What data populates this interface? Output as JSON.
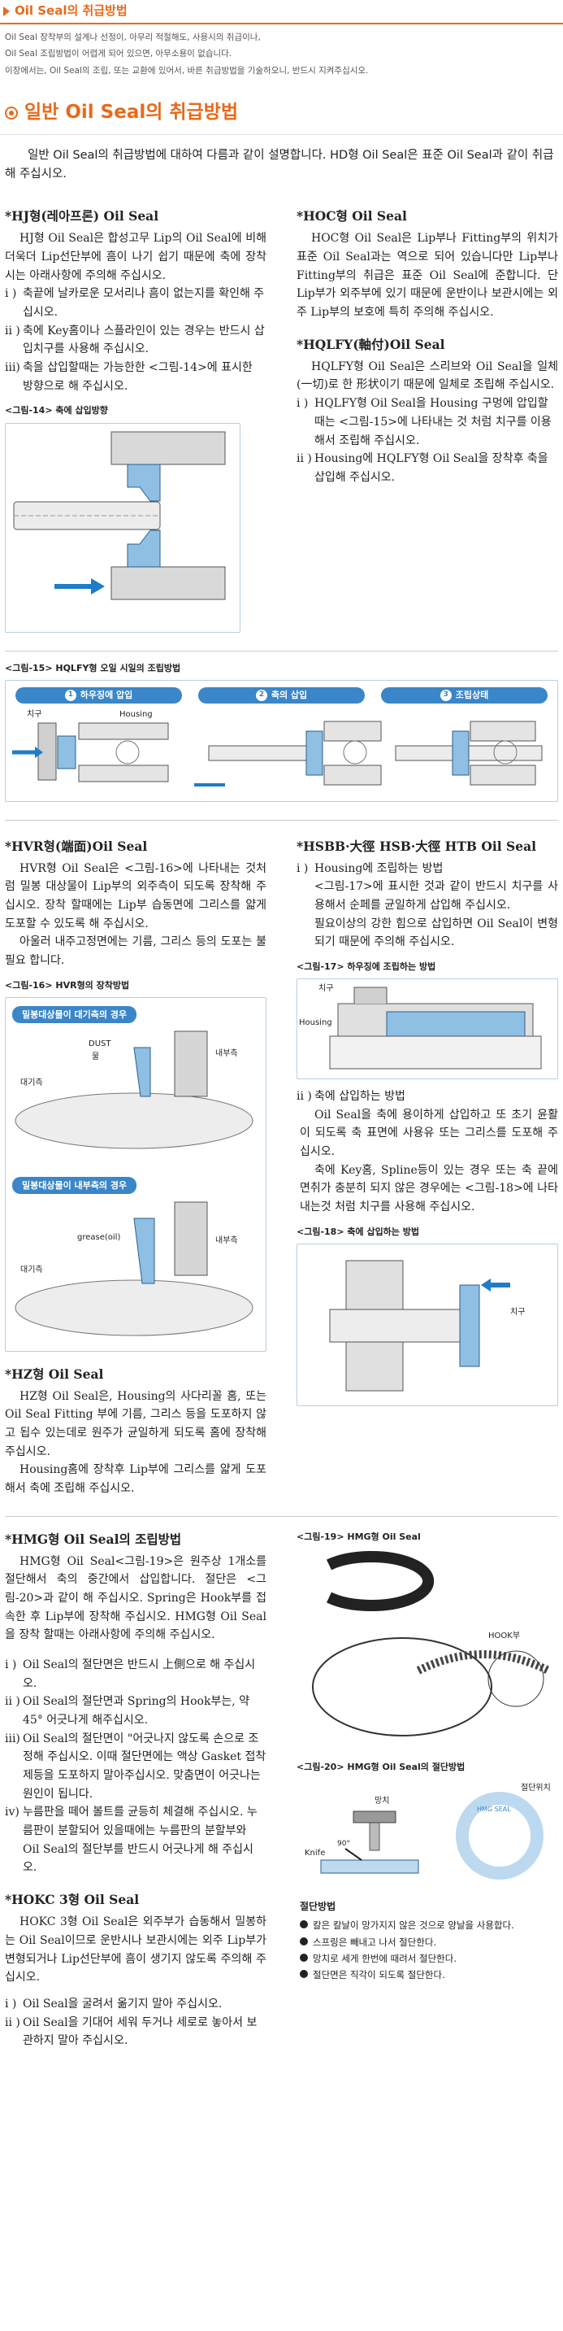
{
  "header": {
    "title": "Oil Seal의 취급방법",
    "lines": [
      "Oil Seal 장착부의 설계나 선정이, 아무리 적절해도, 사용시의 취급이나,",
      "Oil Seal 조립방법이 어렵게 되어 있으면, 아무소용이 없습니다.",
      "이장에서는, Oil Seal의 조립, 또는 교환에 있어서, 바른 취급방법을 기술하오니, 반드시 지켜주십시오."
    ]
  },
  "main": {
    "title": "일반 Oil Seal의 취급방법",
    "intro": "일반 Oil Seal의 취급방법에 대하여 다름과 같이 설명합니다. HD형 Oil Seal은 표준 Oil Seal과 같이 취급해 주십시오."
  },
  "sections": {
    "hj": {
      "title": "*HJ형(레아프론) Oil Seal",
      "body": "HJ형 Oil Seal은 합성고무 Lip의 Oil Seal에 비해 더욱더 Lip선단부에 흠이 나기 쉽기 때문에 축에 장착시는 아래사항에 주의해 주십시오.",
      "items": [
        {
          "n": "i )",
          "t": "축끝에 날카로운 모서리나 흠이 없는지를 확인해 주십시오."
        },
        {
          "n": "ii )",
          "t": "축에 Key홈이나 스플라인이 있는 경우는 반드시 삽입치구를 사용해 주십시오."
        },
        {
          "n": "iii)",
          "t": "축을 삽입할때는 가능한한 <그림-14>에 표시한 방향으로 해 주십시오."
        }
      ],
      "fig_caption": "<그림-14> 축에 삽입방향"
    },
    "hoc": {
      "title": "*HOC형 Oil Seal",
      "body": "HOC형 Oil Seal은 Lip부나 Fitting부의 위치가 표준 Oil Seal과는 역으로 되어 있습니다만 Lip부나 Fitting부의 취급은 표준 Oil Seal에 준합니다. 단 Lip부가 외주부에 있기 때문에 운반이나 보관시에는 외주 Lip부의 보호에 특히 주의해 주십시오."
    },
    "hqlfy": {
      "title": "*HQLFY(軸付)Oil Seal",
      "body": "HQLFY형 Oil Seal은 스리브와 Oil Seal을 일체(一切)로 한 形状이기 때문에 일체로 조립해 주십시오.",
      "items": [
        {
          "n": "i )",
          "t": "HQLFY형 Oil Seal을 Housing 구멍에 압입할때는 <그림-15>에 나타내는 것 처럼 치구를 이용해서 조립해 주십시오."
        },
        {
          "n": "ii )",
          "t": "Housing에 HQLFY형 Oil Seal을 장착후 축을 삽입해 주십시오."
        }
      ]
    },
    "fig15": {
      "caption": "<그림-15> HQLFY형 오일 시일의 조립방법",
      "steps": [
        {
          "num": "1",
          "label": "하우징에 압입"
        },
        {
          "num": "2",
          "label": "축의 삽입"
        },
        {
          "num": "3",
          "label": "조립상태"
        }
      ],
      "label_jig": "치구",
      "label_housing": "Housing"
    },
    "hvr": {
      "title": "*HVR형(端面)Oil Seal",
      "body1": "HVR형 Oil Seal은 <그림-16>에 나타내는 것처럼 밀봉 대상물이 Lip부의 외주측이 되도록 장착해 주십시오. 장착 할때에는 Lip부 습동면에 그리스를 얇게 도포할 수 있도록 해 주십시오.",
      "body2": "아울러 내주고정면에는 기름, 그리스 등의 도포는 불필요 합니다.",
      "fig_caption": "<그림-16> HVR형의 장착방법",
      "case1": "밀봉대상물이 대기측의 경우",
      "case2": "밀봉대상물이 내부측의 경우",
      "label_dust": "DUST",
      "label_water": "물",
      "label_inside": "내부측",
      "label_atmos": "대기측",
      "label_grease": "grease(oil)"
    },
    "hz": {
      "title": "*HZ형 Oil Seal",
      "body1": "HZ형 Oil Seal은, Housing의 사다리꼴 홈, 또는 Oil Seal Fitting 부에 기름, 그리스 등을 도포하지 않고 됩수 있는데로 원주가 균일하게 되도록 홈에 장착해 주십시오.",
      "body2": "Housing홈에 장착후 Lip부에 그리스를 얇게 도포해서 축에 조립해 주십시오."
    },
    "hsbb": {
      "title": "*HSBB·大徑 HSB·大徑 HTB Oil Seal",
      "item1_n": "i )",
      "item1_t": "Housing에 조립하는 방법",
      "item1_body": "<그림-17>에 표시한 것과 같이 반드시 치구를 사용해서 순페를 균일하게 삽입해 주십시오.",
      "item1_body2": "필요이상의 강한 힘으로 삽입하면 Oil Seal이 변형되기 때문에 주의해 주십시오.",
      "fig17_caption": "<그림-17> 하우징에 조립하는 방법",
      "label_jig": "치구",
      "label_housing": "Housing",
      "item2_n": "ii )",
      "item2_t": "축에 삽입하는 방법",
      "item2_body1": "Oil Seal을 축에 용이하게 삽입하고 또 초기 윤활이 되도록 축 표면에 사용유 또는 그리스를 도포해 주십시오.",
      "item2_body2": "축에 Key홈, Spline등이 있는 경우 또는 축 끝에 면취가 충분히 되지 않은 경우에는 <그림-18>에 나타내는것 처럼 치구를 사용해 주십시오.",
      "fig18_caption": "<그림-18> 축에 삽입하는 방법"
    },
    "hmg": {
      "title": "*HMG형 Oil Seal의 조립방법",
      "body": "HMG형 Oil Seal<그림-19>은 원주상 1개소를 절단해서 축의 중간에서 삽입합니다. 절단은 <그림-20>과 같이 해 주십시오. Spring은 Hook부를 접속한 후 Lip부에 장착해 주십시오. HMG형 Oil Seal을 장착 할때는 아래사항에 주의해 주십시오.",
      "items": [
        {
          "n": "i )",
          "t": "Oil Seal의 절단면은 반드시 上側으로 해 주십시오."
        },
        {
          "n": "ii )",
          "t": "Oil Seal의 절단면과 Spring의 Hook부는, 약45° 어긋나게 해주십시오."
        },
        {
          "n": "iii)",
          "t": "Oil Seal의 절단면이 \"어긋나지 않도록 손으로 조정해 주십시오. 이때 절단면에는 액상 Gasket 접착제등을 도포하지 말아주십시오. 맞춤면이 어긋나는 원인이 됩니다."
        },
        {
          "n": "iv)",
          "t": "누름판을 떼어 볼트를 균등히 체결해 주십시오. 누름판이 분할되어 있을때에는 누름판의 분할부와 Oil Seal의 절단부를 반드시 어긋나게 해 주십시오."
        }
      ],
      "fig19_caption": "<그림-19> HMG형 Oil Seal",
      "label_hook": "HOOK부",
      "fig20_caption": "<그림-20> HMG형 Oil Seal의 절단방법",
      "label_cut": "절단위치",
      "label_ring": "HMG SEAL",
      "label_hammer": "망치",
      "label_knife": "Knife",
      "label_angle": "90°",
      "method_title": "절단방법",
      "methods": [
        "칼은 칼날이 망가지지 않은 것으로 양날을 사용합다.",
        "스프링은 빼내고 나서 절단한다.",
        "망치로 세게 한번에 때려서 절단한다.",
        "절단면은 직각이 되도록 절단한다."
      ]
    },
    "hokc": {
      "title": "*HOKC 3형 Oil Seal",
      "body": "HOKC 3형 Oil Seal은 외주부가 습동해서 밀봉하는 Oil Seal이므로 운반시나 보관시에는 외주 Lip부가 변형되거나 Lip선단부에 흠이 생기지 않도록 주의해 주십시오.",
      "items": [
        {
          "n": "i )",
          "t": "Oil Seal을 굴려서 옮기지 말아 주십시오."
        },
        {
          "n": "ii )",
          "t": "Oil Seal을 기대어 세워 두거나 세로로 놓아서 보관하지 말아 주십시오."
        }
      ]
    }
  },
  "colors": {
    "accent": "#e86a1a",
    "blue": "#3a86c8",
    "light_blue": "#d6e8f5"
  }
}
